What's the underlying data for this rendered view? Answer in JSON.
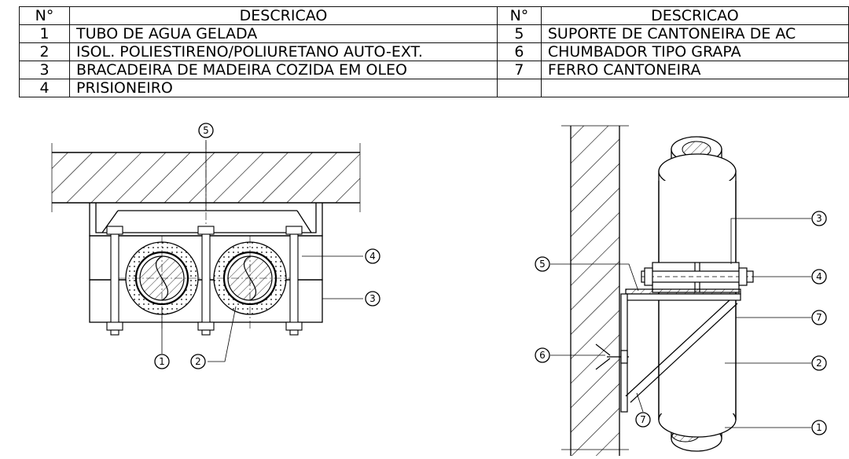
{
  "table": {
    "header_num": "N°",
    "header_desc": "DESCRICAO",
    "left_rows": [
      {
        "num": "1",
        "desc": "TUBO DE AGUA GELADA"
      },
      {
        "num": "2",
        "desc": "ISOL. POLIESTIRENO/POLIURETANO AUTO-EXT."
      },
      {
        "num": "3",
        "desc": "BRACADEIRA DE MADEIRA COZIDA EM OLEO"
      },
      {
        "num": "4",
        "desc": "PRISIONEIRO"
      }
    ],
    "right_rows": [
      {
        "num": "5",
        "desc": "SUPORTE DE CANTONEIRA DE AC"
      },
      {
        "num": "6",
        "desc": "CHUMBADOR TIPO GRAPA"
      },
      {
        "num": "7",
        "desc": "FERRO CANTONEIRA"
      },
      {
        "num": "",
        "desc": ""
      }
    ]
  },
  "left_view": {
    "callouts": [
      "5",
      "4",
      "3",
      "1",
      "2"
    ]
  },
  "right_view": {
    "callouts": [
      "3",
      "5",
      "4",
      "7",
      "6",
      "2",
      "7",
      "1"
    ]
  }
}
